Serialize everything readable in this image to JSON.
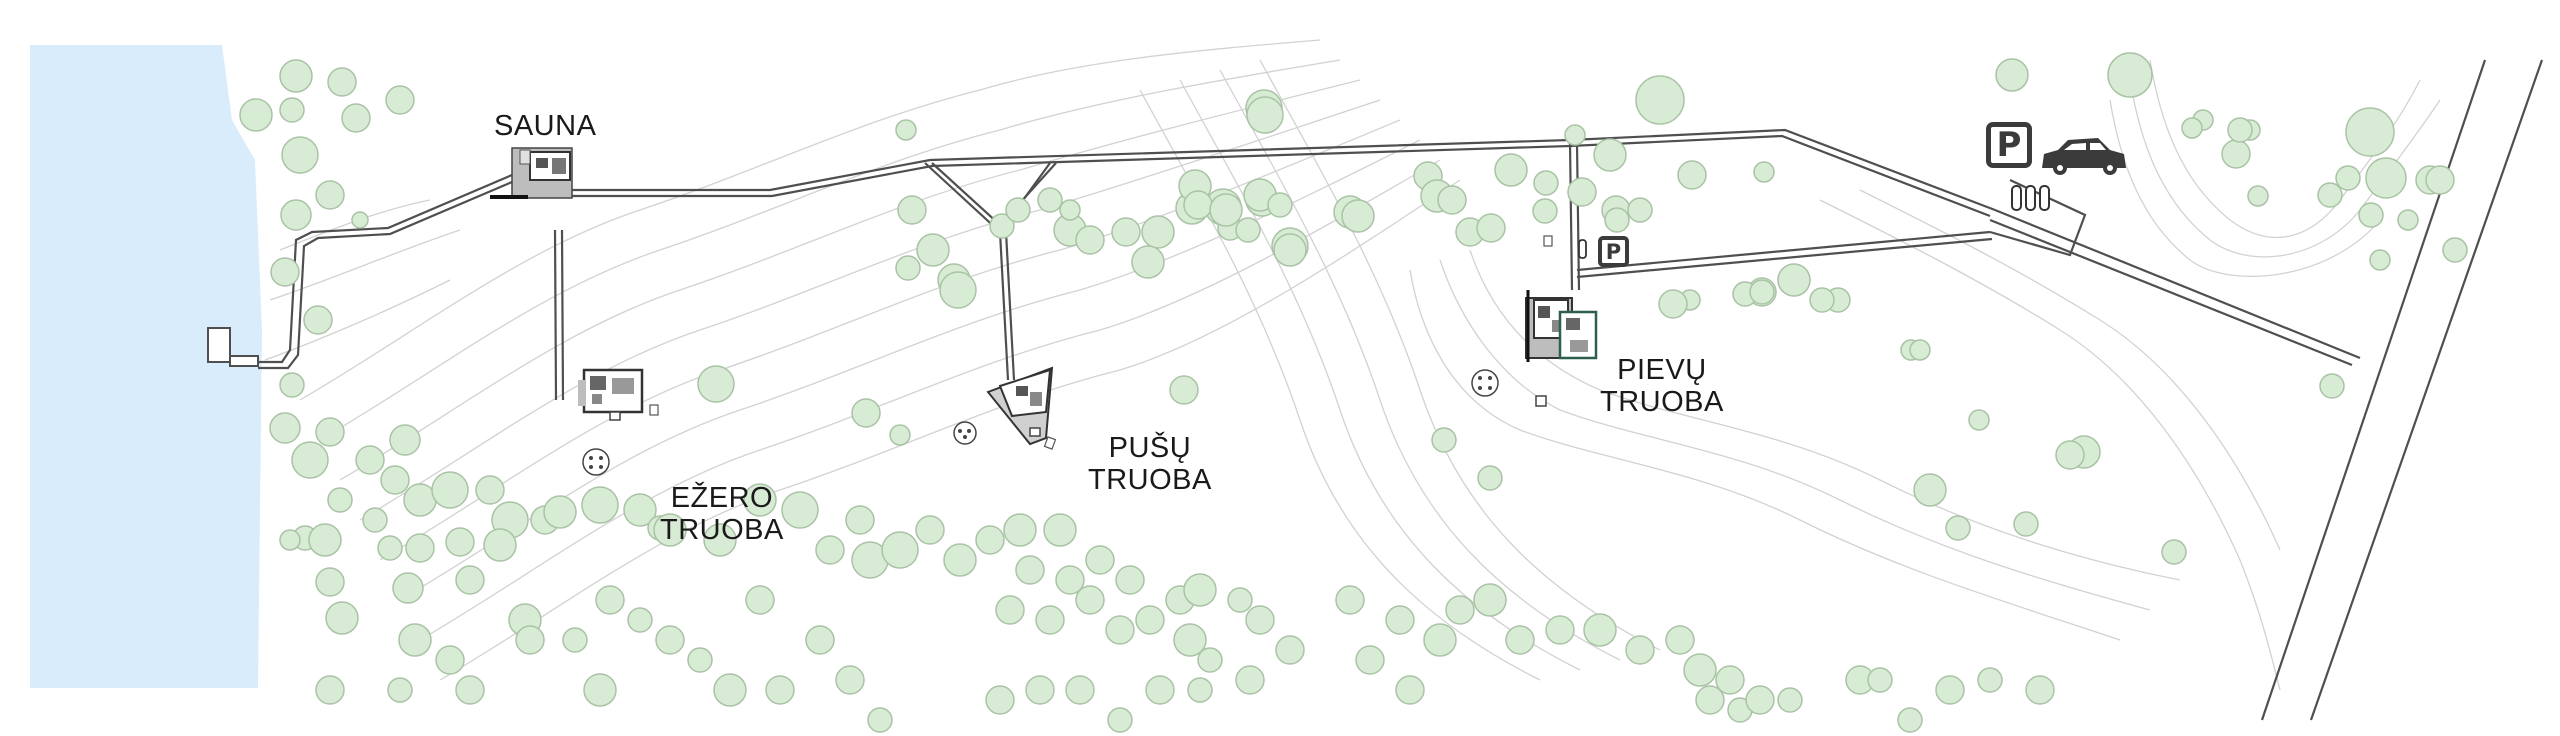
{
  "labels": {
    "sauna": "SAUNA",
    "ezero_line1": "EŽERO",
    "ezero_line2": "TRUOBA",
    "pusu_line1": "PUŠŲ",
    "pusu_line2": "TRUOBA",
    "pievu_line1": "PIEVŲ",
    "pievu_line2": "TRUOBA"
  },
  "parking": {
    "main_letter": "P",
    "small_letter": "P"
  },
  "icons": [
    "parking-sign-icon",
    "car-icon",
    "electric-charger-icon"
  ],
  "colors": {
    "lake": "#d9ecfc",
    "tree_fill": "#d8ebd4",
    "tree_stroke": "#a9c3a5",
    "path": "#555555",
    "contour": "#cfcfcf",
    "building": "#4a4a4a"
  }
}
